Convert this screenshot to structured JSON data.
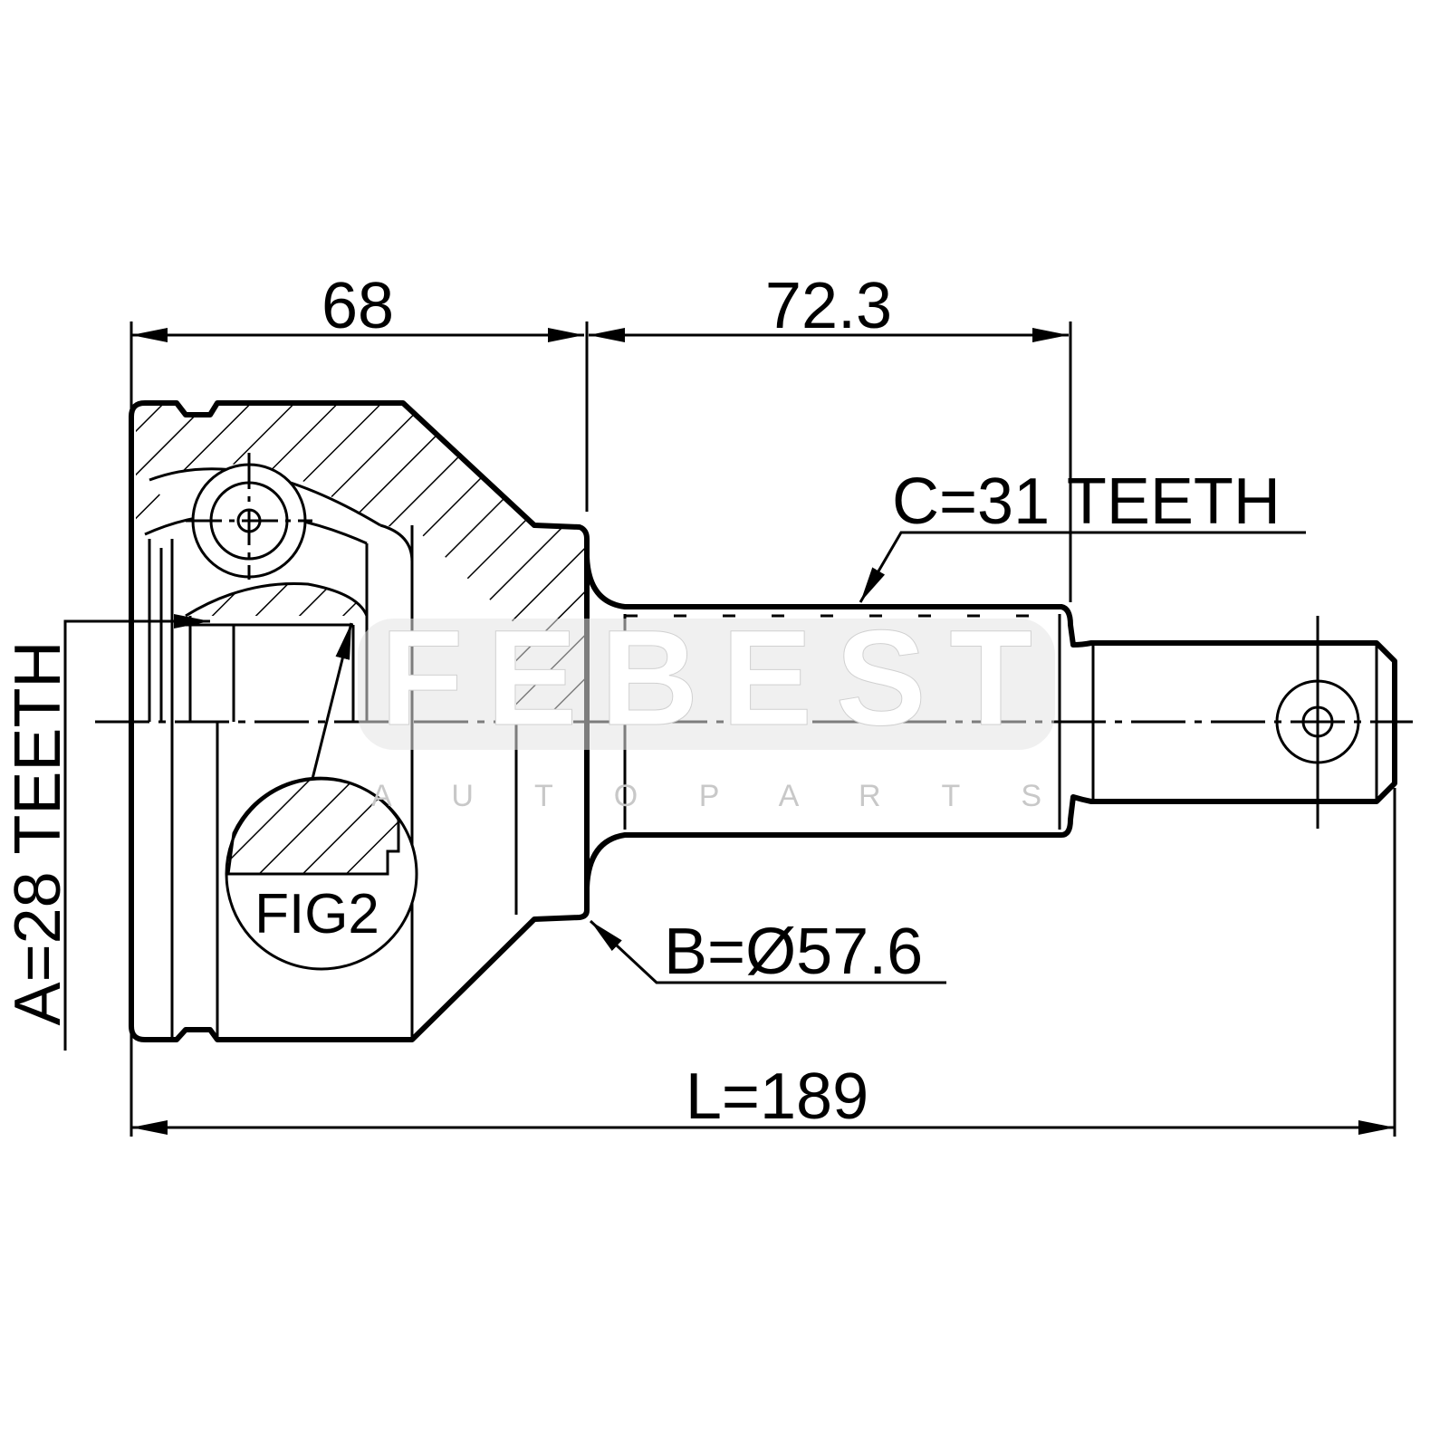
{
  "dimensions": {
    "housing_length": "68",
    "shaft_length": "72.3",
    "total_length": "L=189",
    "outer_spline": "C=31 TEETH",
    "inner_spline": "A=28 TEETH",
    "seal_diameter": "B=Ø57.6"
  },
  "figure_label": "FIG2",
  "watermark": {
    "brand": "FEBEST",
    "tagline": "A U T O   P A R T S"
  },
  "colors": {
    "line": "#000000",
    "watermark_bg": "#e4e4e4"
  }
}
